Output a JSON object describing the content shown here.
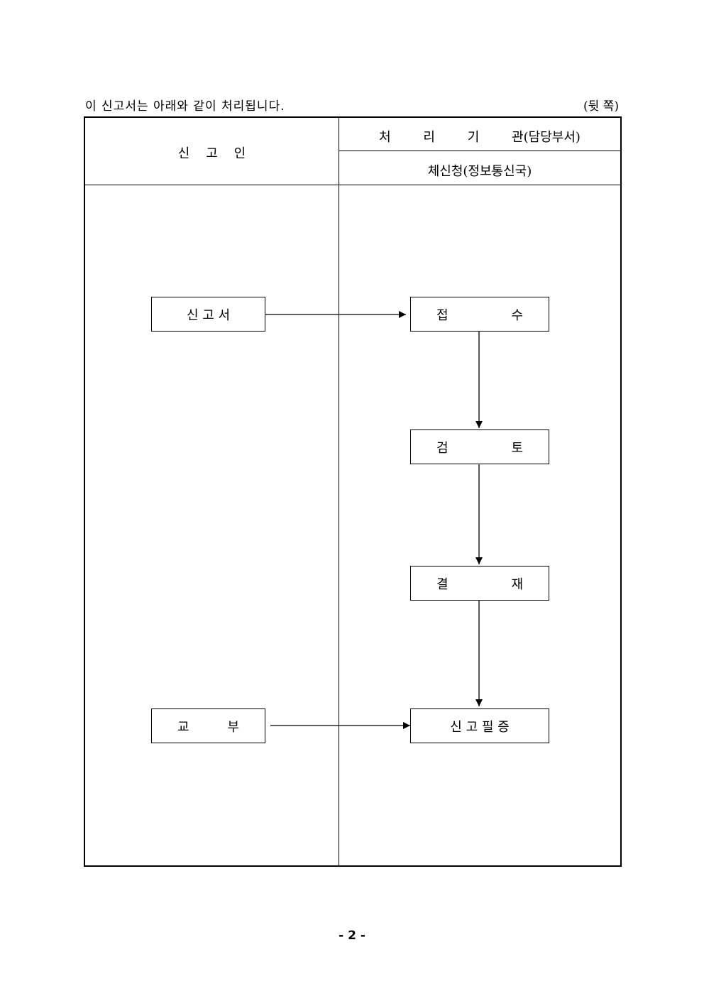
{
  "intro_text": "이 신고서는 아래와 같이 처리됩니다.",
  "side_label": "(뒷 쪽)",
  "columns": {
    "left_header": "신    고    인",
    "right_header_top": "처        리        기        관(담당부서)",
    "right_header_bottom": "체신청(정보통신국)"
  },
  "applicant_boxes": [
    {
      "label": "신 고 서"
    },
    {
      "label_left": "교",
      "label_right": "부"
    }
  ],
  "agency_boxes": [
    {
      "label_left": "접",
      "label_right": "수"
    },
    {
      "label_left": "검",
      "label_right": "토"
    },
    {
      "label_left": "결",
      "label_right": "재"
    },
    {
      "label": "신 고 필 증"
    }
  ],
  "page_number": "- 2 -"
}
